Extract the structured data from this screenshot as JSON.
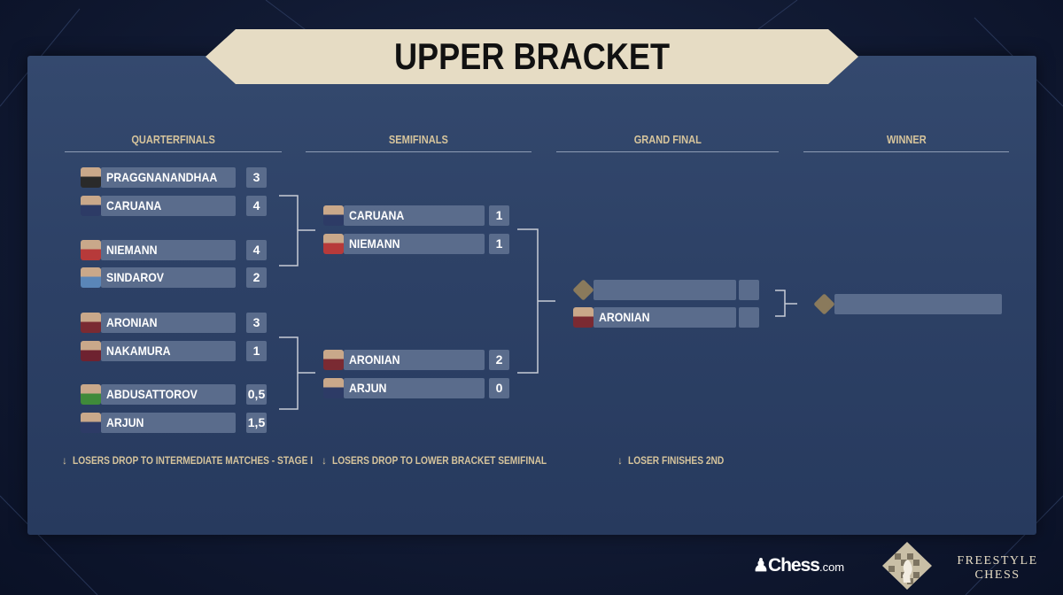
{
  "title": "UPPER BRACKET",
  "colors": {
    "gold": "#d6c49c",
    "box": "#5a6c8c",
    "panel": "#2d4166",
    "banner": "#e6dcc4"
  },
  "columns": {
    "quarterfinals": "QUARTERFINALS",
    "semifinals": "SEMIFINALS",
    "grand_final": "GRAND FINAL",
    "winner": "WINNER"
  },
  "quarterfinals": [
    {
      "name": "PRAGGNANANDHAA",
      "score": "3",
      "avatar_color": "#2a2a2a"
    },
    {
      "name": "CARUANA",
      "score": "4",
      "avatar_color": "#2d3b66"
    },
    {
      "name": "NIEMANN",
      "score": "4",
      "avatar_color": "#b73a3a"
    },
    {
      "name": "SINDAROV",
      "score": "2",
      "avatar_color": "#5a86b8"
    },
    {
      "name": "ARONIAN",
      "score": "3",
      "avatar_color": "#7a2a32"
    },
    {
      "name": "NAKAMURA",
      "score": "1",
      "avatar_color": "#6e2230"
    },
    {
      "name": "ABDUSATTOROV",
      "score": "0,5",
      "avatar_color": "#3f8a3a"
    },
    {
      "name": "ARJUN",
      "score": "1,5",
      "avatar_color": "#2d3b66"
    }
  ],
  "semifinals": [
    {
      "name": "CARUANA",
      "score": "1",
      "avatar_color": "#2d3b66"
    },
    {
      "name": "NIEMANN",
      "score": "1",
      "avatar_color": "#b73a3a"
    },
    {
      "name": "ARONIAN",
      "score": "2",
      "avatar_color": "#7a2a32"
    },
    {
      "name": "ARJUN",
      "score": "0",
      "avatar_color": "#2d3b66"
    }
  ],
  "grand_final": [
    {
      "name": "",
      "score": "",
      "avatar_icon": "?"
    },
    {
      "name": "ARONIAN",
      "score": "",
      "avatar_color": "#7a2a32"
    }
  ],
  "winner": {
    "name": "",
    "avatar_icon": "?"
  },
  "notes": {
    "qf": "LOSERS DROP TO INTERMEDIATE MATCHES - STAGE I",
    "sf": "LOSERS DROP TO LOWER BRACKET SEMIFINAL",
    "gf": "LOSER FINISHES 2ND"
  },
  "logos": {
    "chess_main": "Chess",
    "chess_suffix": ".com",
    "freestyle_line1": "FREESTYLE",
    "freestyle_line2": "CHESS"
  }
}
